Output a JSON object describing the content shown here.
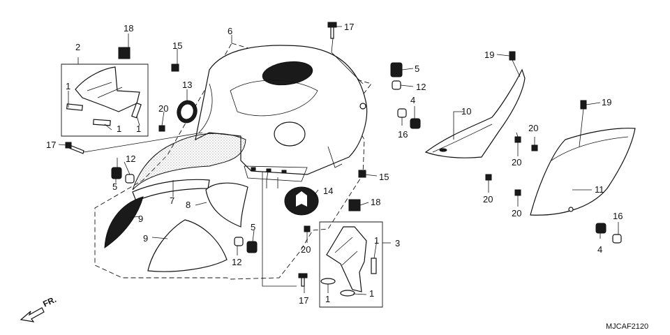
{
  "diagram": {
    "drawing_code": "MJCAF2120",
    "direction_label": "FR.",
    "callouts": {
      "c1a": "1",
      "c1b": "1",
      "c1c": "1",
      "c1d": "1",
      "c1e": "1",
      "c1f": "1",
      "c2": "2",
      "c3": "3",
      "c4a": "4",
      "c4b": "4",
      "c5a": "5",
      "c5b": "5",
      "c5c": "5",
      "c6": "6",
      "c7": "7",
      "c8": "8",
      "c9a": "9",
      "c9b": "9",
      "c10": "10",
      "c11": "11",
      "c12a": "12",
      "c12b": "12",
      "c12c": "12",
      "c13": "13",
      "c14": "14",
      "c15a": "15",
      "c15b": "15",
      "c16a": "16",
      "c16b": "16",
      "c17a": "17",
      "c17b": "17",
      "c17c": "17",
      "c18a": "18",
      "c18b": "18",
      "c19a": "19",
      "c19b": "19",
      "c20a": "20",
      "c20b": "20",
      "c20c": "20",
      "c20d": "20",
      "c20e": "20",
      "c20f": "20"
    }
  }
}
